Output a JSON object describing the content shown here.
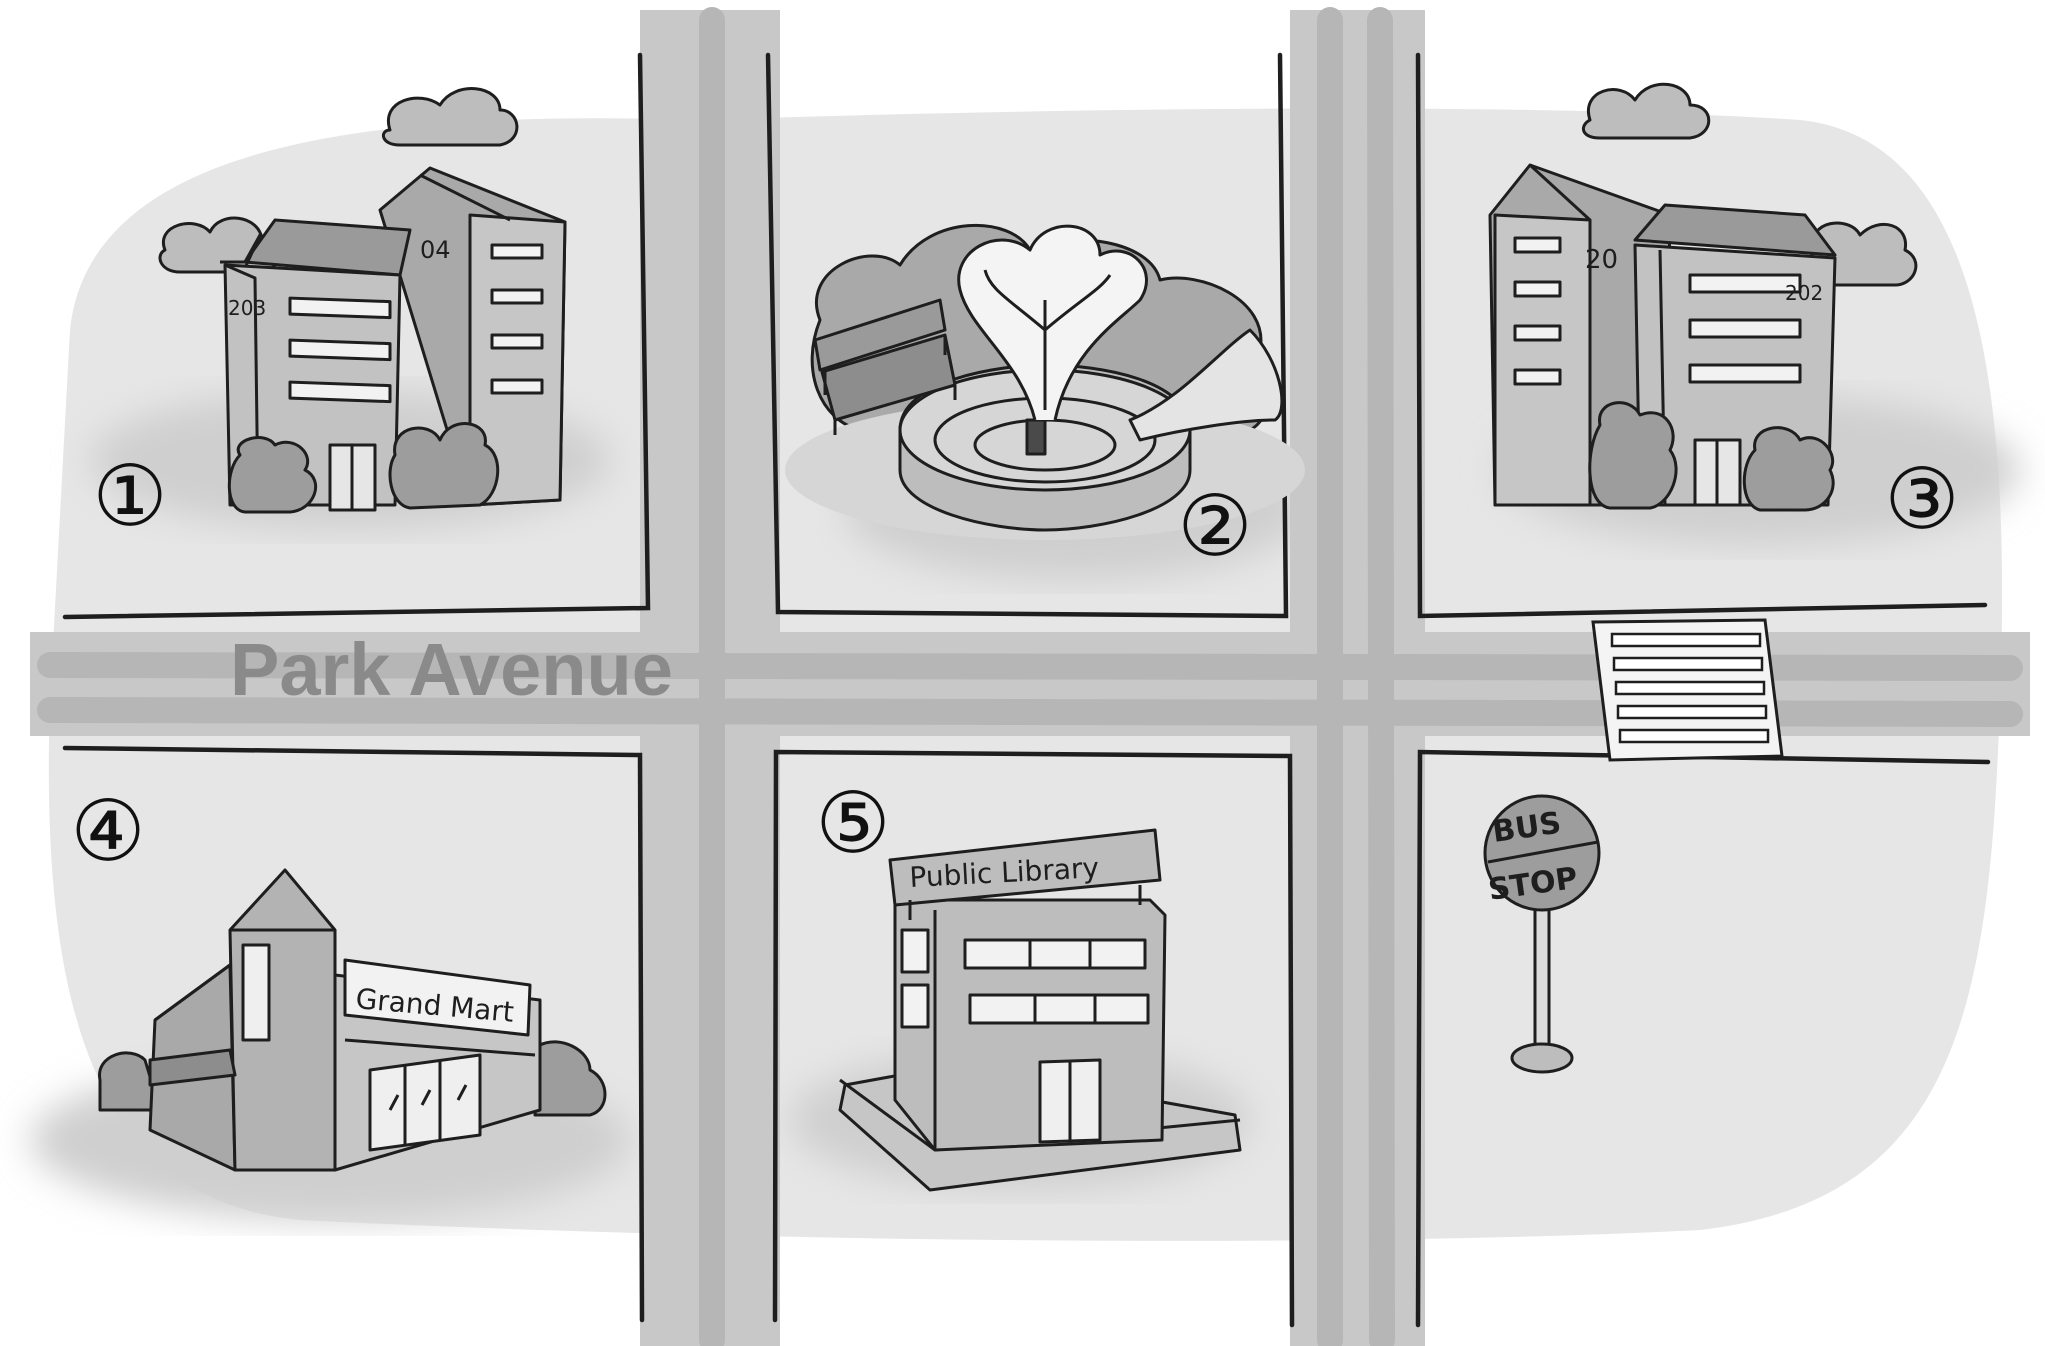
{
  "street": {
    "name": "Park Avenue"
  },
  "markers": [
    {
      "number": "①",
      "place": "apartments-left"
    },
    {
      "number": "②",
      "place": "park-fountain"
    },
    {
      "number": "③",
      "place": "apartments-right"
    },
    {
      "number": "④",
      "place": "grand-mart"
    },
    {
      "number": "⑤",
      "place": "public-library"
    }
  ],
  "buildings": {
    "left_apartments": {
      "front_number": "203",
      "back_number": "04"
    },
    "right_apartments": {
      "back_number": "20",
      "front_number": "202"
    },
    "mart": {
      "sign": "Grand Mart"
    },
    "library": {
      "sign": "Public Library"
    }
  },
  "bus_stop": {
    "line1": "BUS",
    "line2": "STOP"
  },
  "colors": {
    "road": "#c9c9c9",
    "block": "#e9e9e9",
    "building": "#bdbdbd",
    "outline": "#1e1e1e"
  }
}
